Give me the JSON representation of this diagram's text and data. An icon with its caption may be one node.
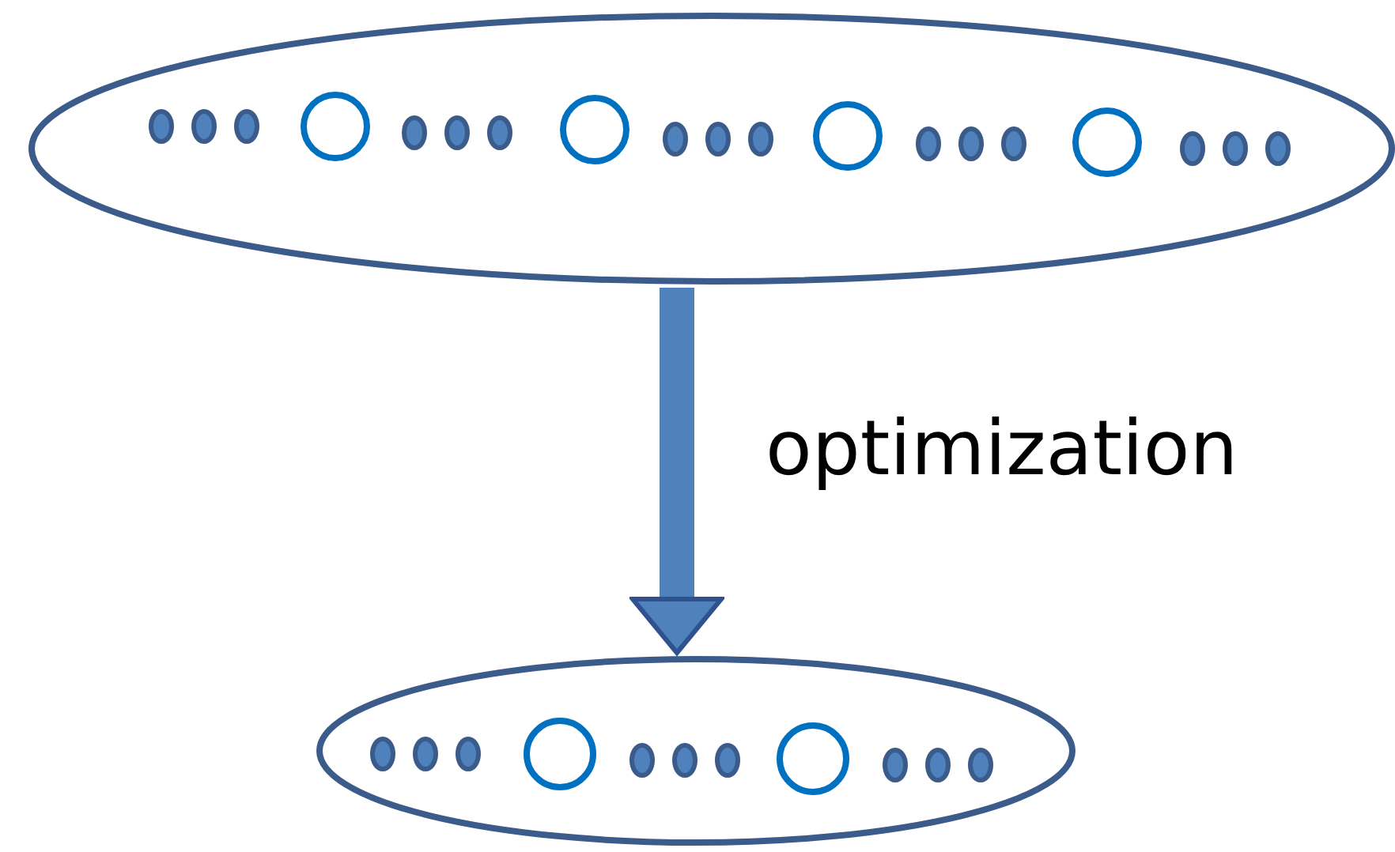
{
  "diagram": {
    "nodes": [
      {
        "text": [],
        "shape": "ellipse"
      },
      {
        "text": [],
        "shape": "circle",
        "in": 0
      },
      {
        "text": [],
        "shape": "circle",
        "in": 0
      },
      {
        "text": [],
        "shape": "circle",
        "in": 0
      },
      {
        "text": [],
        "shape": "circle",
        "in": 0
      },
      {
        "text": [],
        "shape": "ellipse"
      },
      {
        "text": [],
        "shape": "circle",
        "in": 5
      },
      {
        "text": [],
        "shape": "circle",
        "in": 5
      }
    ],
    "edges": [
      {
        "from": 0,
        "to": 5,
        "arrow": "to",
        "label": "optimization"
      }
    ]
  }
}
